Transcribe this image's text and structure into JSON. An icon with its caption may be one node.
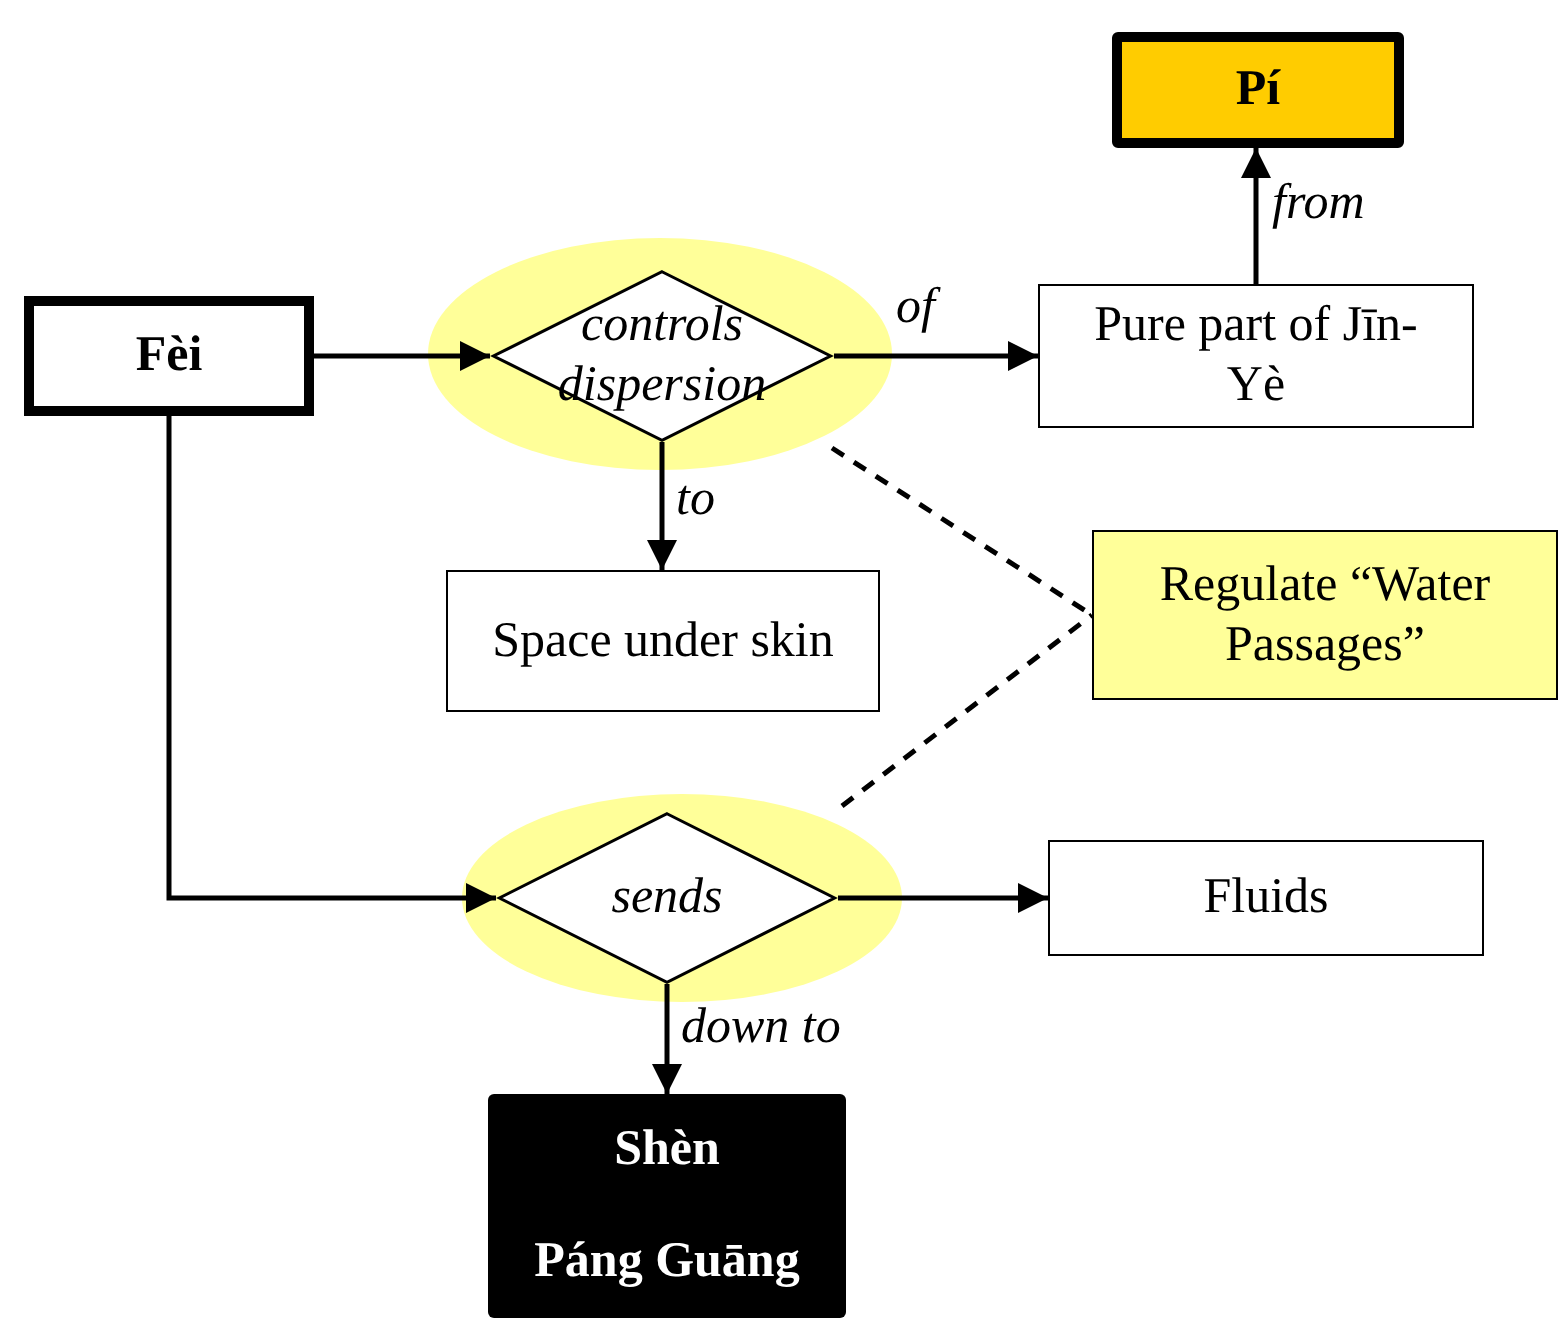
{
  "diagram": {
    "nodes": [
      {
        "text": [
          "Fèi"
        ]
      },
      {
        "text": [
          "controls dispersion"
        ]
      },
      {
        "text": [
          "Pí"
        ]
      },
      {
        "text": [
          "Pure part of Jīn-Yè"
        ]
      },
      {
        "text": [
          "Space under skin"
        ]
      },
      {
        "text": [
          "Regulate “Water Passages”"
        ]
      },
      {
        "text": [
          "sends"
        ]
      },
      {
        "text": [
          "Fluids"
        ]
      },
      {
        "text": [
          "Shèn",
          "Páng Guāng"
        ]
      }
    ],
    "edges": [
      {
        "from": 0,
        "to": 1,
        "arrow": "to"
      },
      {
        "from": 1,
        "to": 3,
        "arrow": "to",
        "label": "of"
      },
      {
        "from": 3,
        "to": 2,
        "arrow": "to",
        "label": "from"
      },
      {
        "from": 1,
        "to": 4,
        "arrow": "to",
        "label": "to"
      },
      {
        "from": 1,
        "to": 5,
        "arrow": "none",
        "style": "dashed"
      },
      {
        "from": 6,
        "to": 5,
        "arrow": "none",
        "style": "dashed"
      },
      {
        "from": 0,
        "to": 6,
        "arrow": "to"
      },
      {
        "from": 6,
        "to": 7,
        "arrow": "to"
      },
      {
        "from": 6,
        "to": 8,
        "arrow": "to",
        "label": "down to"
      }
    ]
  }
}
